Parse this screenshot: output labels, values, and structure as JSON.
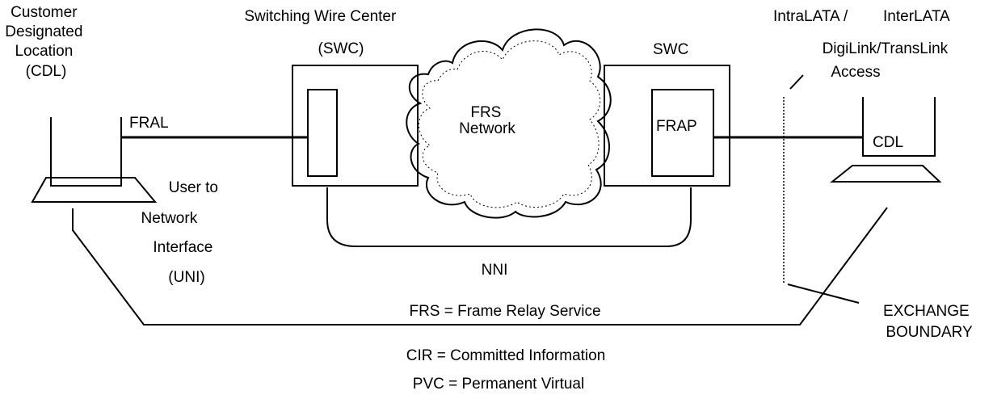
{
  "labels": {
    "cdl_left": [
      "Customer",
      "Designated",
      "Location",
      "(CDL)"
    ],
    "swc_left": [
      "Switching Wire Center",
      "(SWC)"
    ],
    "frs_network": [
      "FRS",
      "Network"
    ],
    "swc_right": "SWC",
    "frap": "FRAP",
    "intralata": "IntraLATA /",
    "interlata": "InterLATA",
    "access": [
      "DigiLink/TransLink",
      "Access"
    ],
    "fral": "FRAL",
    "cdl_right": "CDL",
    "uni": [
      "User to",
      "Network",
      "Interface",
      "(UNI)"
    ],
    "nni": "NNI",
    "exchange_boundary": [
      "EXCHANGE",
      "BOUNDARY"
    ],
    "legend": [
      "FRS = Frame Relay Service",
      "CIR = Committed Information",
      "PVC = Permanent Virtual"
    ]
  }
}
